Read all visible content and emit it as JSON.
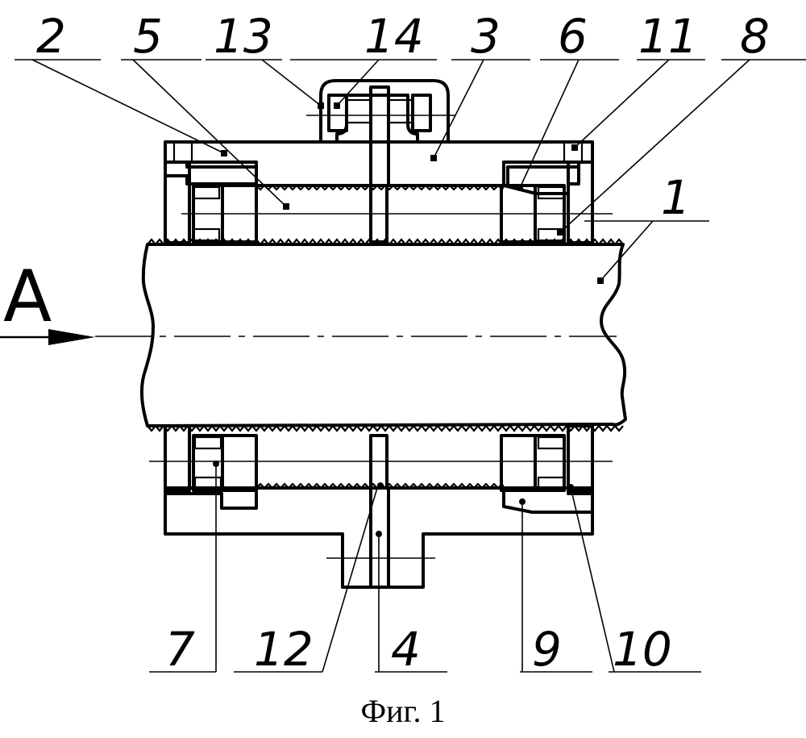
{
  "figure": {
    "view_label": "A",
    "caption": "Фиг. 1"
  },
  "callouts": [
    {
      "id": "c2",
      "text": "2"
    },
    {
      "id": "c5",
      "text": "5"
    },
    {
      "id": "c13",
      "text": "13"
    },
    {
      "id": "c14",
      "text": "14"
    },
    {
      "id": "c3",
      "text": "3"
    },
    {
      "id": "c6",
      "text": "6"
    },
    {
      "id": "c11",
      "text": "11"
    },
    {
      "id": "c8",
      "text": "8"
    },
    {
      "id": "c1",
      "text": "1"
    },
    {
      "id": "c7",
      "text": "7"
    },
    {
      "id": "c12",
      "text": "12"
    },
    {
      "id": "c4",
      "text": "4"
    },
    {
      "id": "c9",
      "text": "9"
    },
    {
      "id": "c10",
      "text": "10"
    }
  ],
  "colors": {
    "ink": "#000000",
    "paper": "#ffffff"
  }
}
